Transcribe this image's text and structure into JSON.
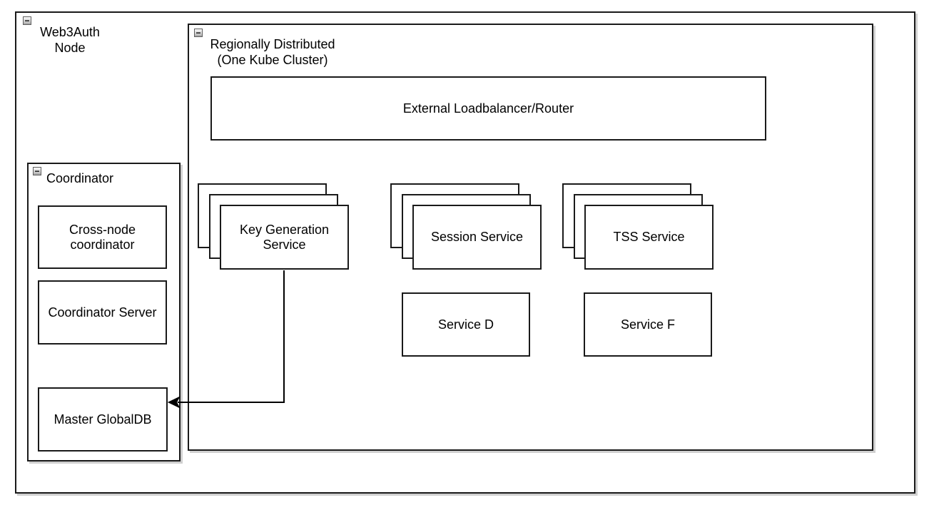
{
  "containers": {
    "web3auth": {
      "label": "Web3Auth\nNode"
    },
    "region": {
      "label": "Regionally Distributed\n(One Kube Cluster)"
    },
    "coordinator": {
      "label": "Coordinator"
    }
  },
  "nodes": {
    "loadbalancer": "External Loadbalancer/Router",
    "key_generation": "Key Generation Service",
    "session": "Session Service",
    "tss": "TSS Service",
    "service_d": "Service D",
    "service_f": "Service F",
    "cross_node": "Cross-node coordinator",
    "coordinator_server": "Coordinator Server",
    "master_globaldb": "Master GlobalDB"
  },
  "icons": {
    "collapse_glyph": "−"
  },
  "colors": {
    "stroke": "#000000",
    "background": "#ffffff",
    "collapse_fill": "#c9c9c9"
  },
  "connections": [
    {
      "from": "key_generation",
      "to": "master_globaldb",
      "style": "orthogonal",
      "arrowhead": "classic-left"
    }
  ]
}
